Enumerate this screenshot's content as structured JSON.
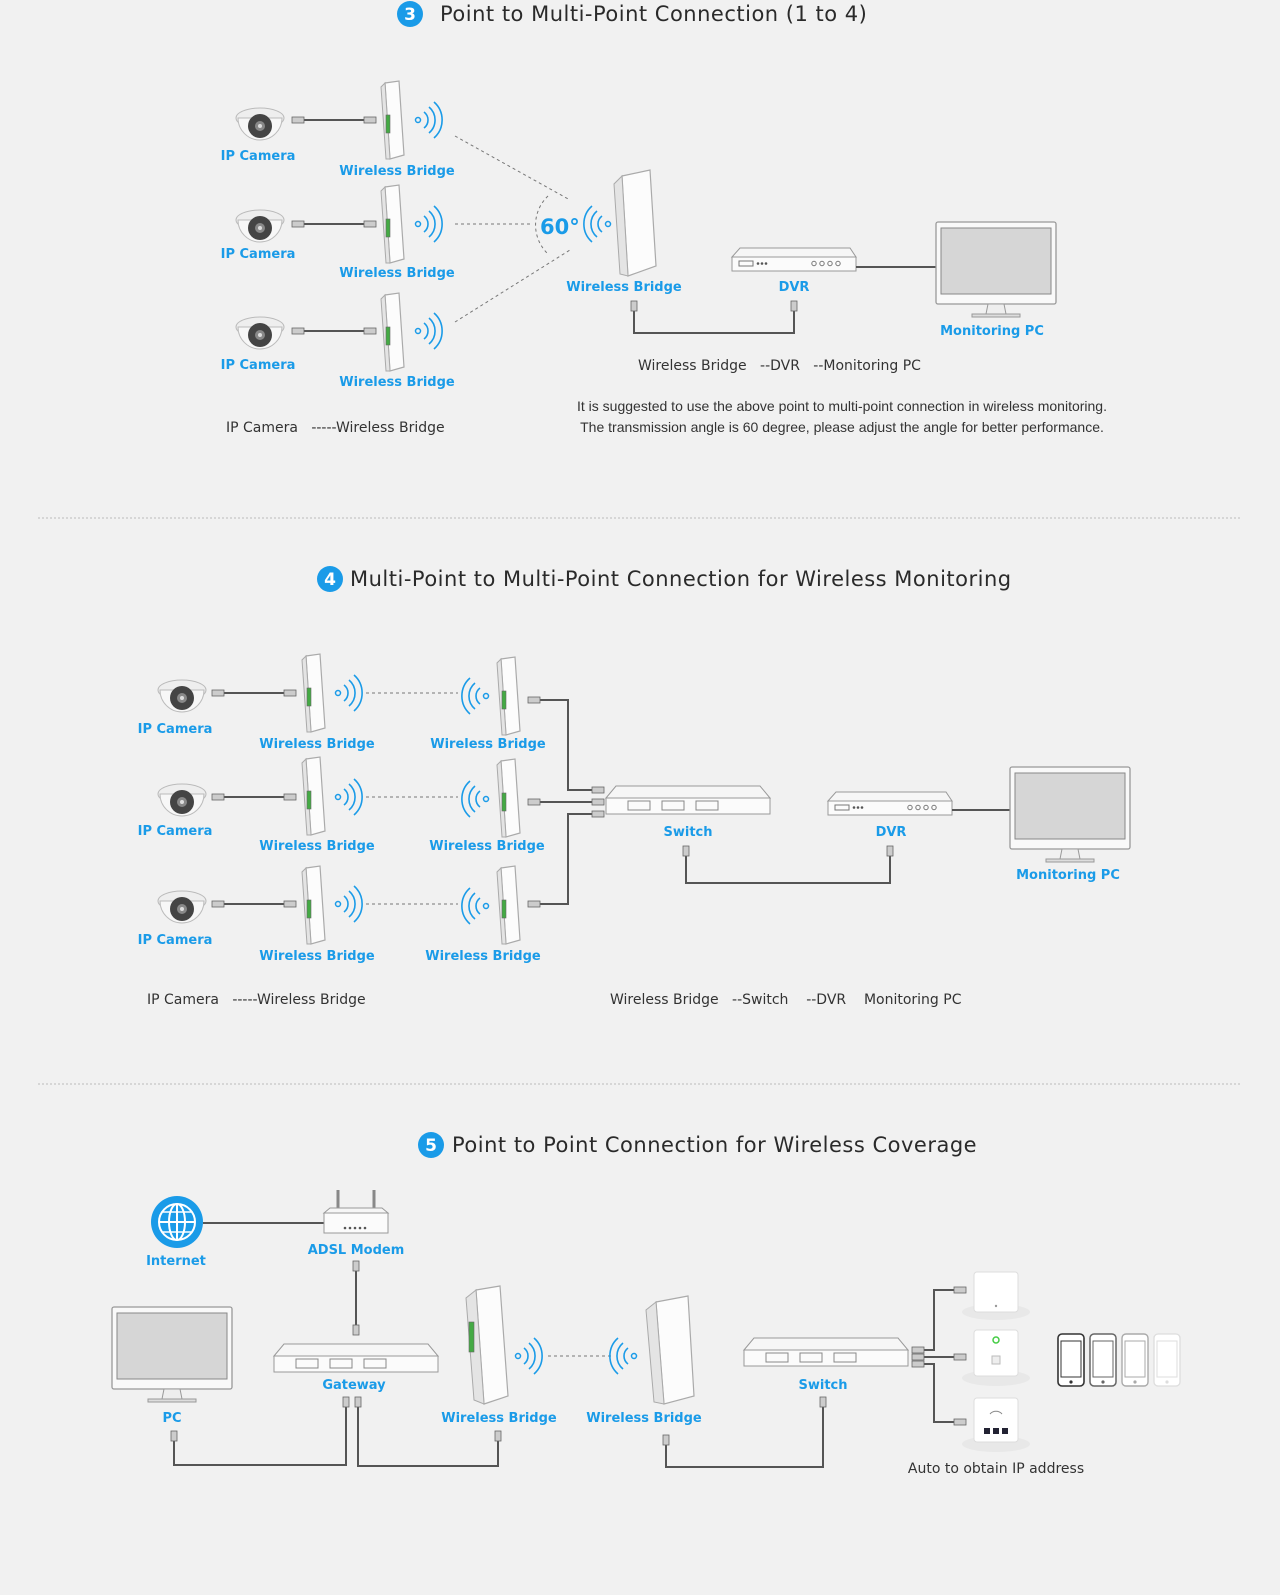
{
  "sections": [
    {
      "number": "3",
      "title": "Point to Multi-Point Connection (1 to 4)",
      "labels": {
        "ip_camera": "IP Camera",
        "wireless_bridge": "Wireless Bridge",
        "dvr": "DVR",
        "monitoring_pc": "Monitoring PC",
        "angle": "60°"
      },
      "caption_left": "IP Camera   -----Wireless Bridge",
      "caption_right": "Wireless Bridge   --DVR   --Monitoring PC",
      "note_line1": "It is suggested to use the above  point to multi-point connection in wireless monitoring.",
      "note_line2": "The transmission angle is 60 degree, please adjust the angle for better performance."
    },
    {
      "number": "4",
      "title": "Multi-Point to Multi-Point Connection for Wireless Monitoring",
      "labels": {
        "ip_camera": "IP Camera",
        "wireless_bridge": "Wireless Bridge",
        "switch": "Switch",
        "dvr": "DVR",
        "monitoring_pc": "Monitoring PC"
      },
      "caption_left": "IP Camera   -----Wireless Bridge",
      "caption_right": "Wireless Bridge   --Switch    --DVR    Monitoring PC"
    },
    {
      "number": "5",
      "title": "Point to Point Connection for Wireless Coverage",
      "labels": {
        "internet": "Internet",
        "adsl_modem": "ADSL Modem",
        "pc": "PC",
        "gateway": "Gateway",
        "wireless_bridge": "Wireless Bridge",
        "switch": "Switch",
        "auto_ip": "Auto to obtain IP address"
      }
    }
  ],
  "colors": {
    "accent": "#1a9be8",
    "text": "#333333",
    "background": "#f1f1f1"
  }
}
